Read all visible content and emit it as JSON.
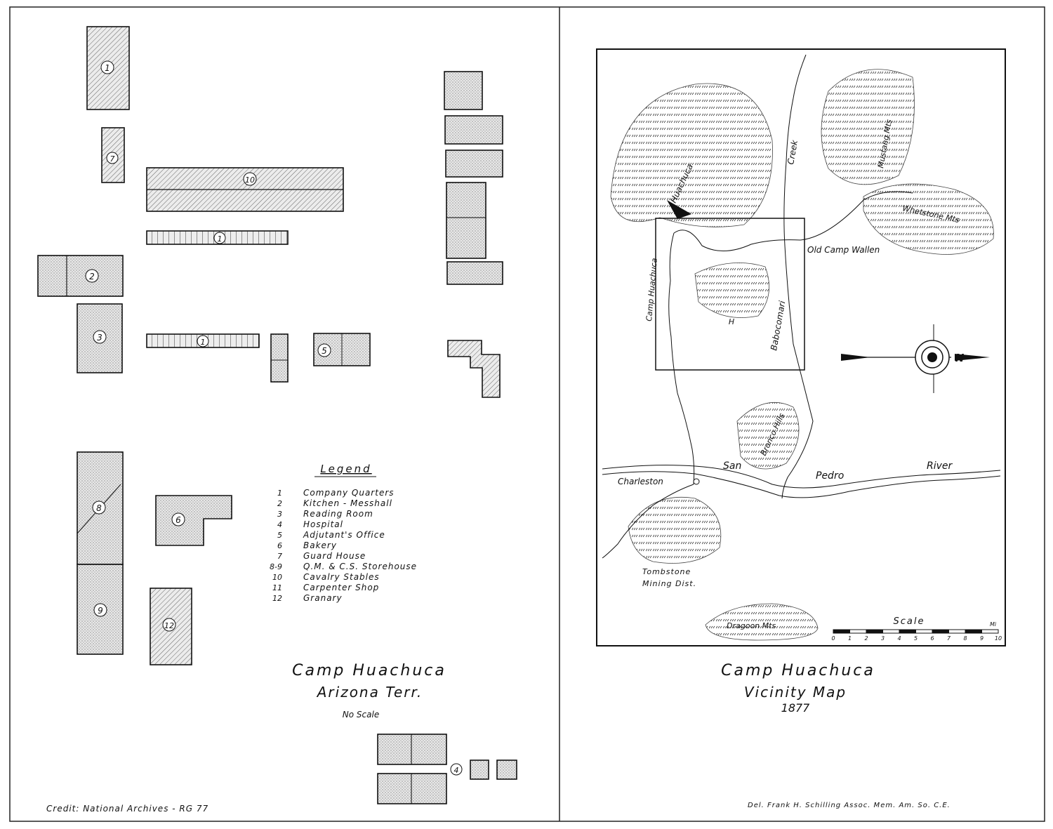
{
  "plan": {
    "title": "Camp Huachuca",
    "subtitle": "Arizona Terr.",
    "scale_note": "No Scale",
    "credit": "Credit: National Archives - RG 77",
    "legend_title": "Legend",
    "legend": [
      {
        "num": "1",
        "label": "Company Quarters"
      },
      {
        "num": "2",
        "label": "Kitchen - Messhall"
      },
      {
        "num": "3",
        "label": "Reading Room"
      },
      {
        "num": "4",
        "label": "Hospital"
      },
      {
        "num": "5",
        "label": "Adjutant's Office"
      },
      {
        "num": "6",
        "label": "Bakery"
      },
      {
        "num": "7",
        "label": "Guard House"
      },
      {
        "num": "8-9",
        "label": "Q.M. & C.S. Storehouse"
      },
      {
        "num": "10",
        "label": "Cavalry Stables"
      },
      {
        "num": "11",
        "label": "Carpenter Shop"
      },
      {
        "num": "12",
        "label": "Granary"
      }
    ],
    "building_numbers": {
      "b1_top": "1",
      "b7_small": "7",
      "b10": "10",
      "b1_mid": "1",
      "b2": "2",
      "b3": "3",
      "b1_low": "1",
      "b5": "5",
      "b8": "8",
      "b6": "6",
      "b9": "9",
      "b12": "12",
      "b4": "4"
    }
  },
  "map": {
    "title": "Camp Huachuca",
    "subtitle": "Vicinity Map",
    "year": "1877",
    "drafter": "Del. Frank H. Schilling Assoc. Mem. Am. So. C.E.",
    "labels": {
      "creek": "Creek",
      "babocomari": "Babocomari",
      "camp": "Camp Huachuca",
      "huachuca": "Huachuca",
      "mustang": "Mustang Mts",
      "whetstone": "Whetstone Mts",
      "old_camp": "Old Camp Wallen",
      "san": "San",
      "pedro": "Pedro",
      "river": "River",
      "charleston": "Charleston",
      "bronco": "Bronco Hills",
      "tombstone": "Tombstone",
      "mining": "Mining Dist.",
      "dragoon": "Dragoon Mts",
      "n": "N",
      "hill": "H"
    },
    "scale_title": "Scale",
    "scale_ticks": [
      "0",
      "1",
      "2",
      "3",
      "4",
      "5",
      "6",
      "7",
      "8",
      "9",
      "10"
    ],
    "scale_unit": "Mi"
  }
}
